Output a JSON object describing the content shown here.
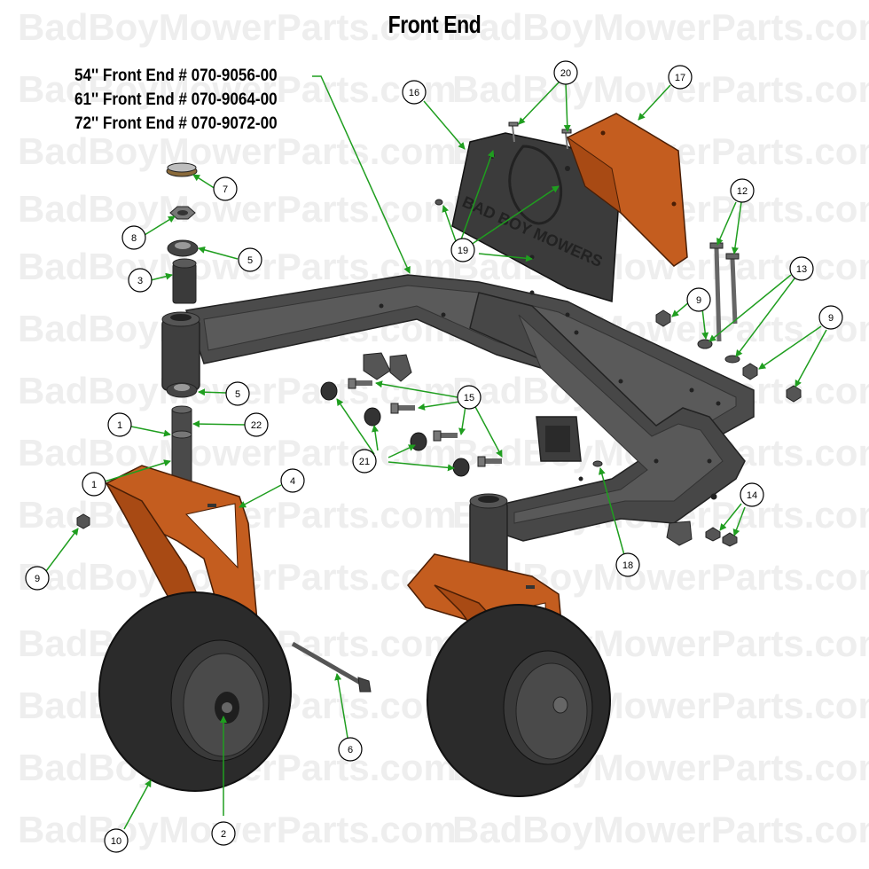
{
  "title": "Front End",
  "model_lines": [
    "54'' Front End # 070-9056-00",
    "61'' Front End # 070-9064-00",
    "72'' Front End # 070-9072-00"
  ],
  "watermark": "BadBoyMowerParts.com",
  "deflector_text": "BAD BOY MOWERS",
  "colors": {
    "orange": "#c45d1f",
    "frame": "#4a4a4a",
    "tire": "#2b2b2b",
    "leader": "#1f9e1f",
    "watermark": "#eeeeee"
  },
  "callouts": [
    {
      "id": "c7",
      "label": "7"
    },
    {
      "id": "c8",
      "label": "8"
    },
    {
      "id": "c5a",
      "label": "5"
    },
    {
      "id": "c3",
      "label": "3"
    },
    {
      "id": "c5b",
      "label": "5"
    },
    {
      "id": "c1a",
      "label": "1"
    },
    {
      "id": "c22",
      "label": "22"
    },
    {
      "id": "c1b",
      "label": "1"
    },
    {
      "id": "c4",
      "label": "4"
    },
    {
      "id": "c9a",
      "label": "9"
    },
    {
      "id": "c6",
      "label": "6"
    },
    {
      "id": "c10",
      "label": "10"
    },
    {
      "id": "c2",
      "label": "2"
    },
    {
      "id": "c16",
      "label": "16"
    },
    {
      "id": "c20",
      "label": "20"
    },
    {
      "id": "c17",
      "label": "17"
    },
    {
      "id": "c19",
      "label": "19"
    },
    {
      "id": "c12",
      "label": "12"
    },
    {
      "id": "c13",
      "label": "13"
    },
    {
      "id": "c9b",
      "label": "9"
    },
    {
      "id": "c9c",
      "label": "9"
    },
    {
      "id": "c15",
      "label": "15"
    },
    {
      "id": "c21",
      "label": "21"
    },
    {
      "id": "c18",
      "label": "18"
    },
    {
      "id": "c14",
      "label": "14"
    }
  ]
}
